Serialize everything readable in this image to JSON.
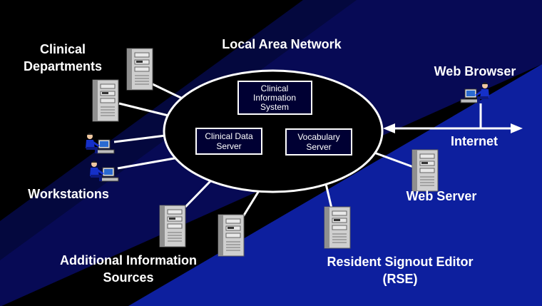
{
  "colors": {
    "bg_black": "#000000",
    "bg_navy": "#070a55",
    "bg_blue": "#0d1f9e",
    "line": "#ffffff",
    "text": "#ffffff",
    "box_fill": "#000033"
  },
  "title": "Local Area Network",
  "labels": {
    "clinical_departments": [
      "Clinical",
      "Departments"
    ],
    "workstations": "Workstations",
    "additional_sources": [
      "Additional Information",
      "Sources"
    ],
    "rse": [
      "Resident Signout Editor",
      "(RSE)"
    ],
    "web_server": "Web Server",
    "internet": "Internet",
    "web_browser": "Web Browser"
  },
  "boxes": {
    "cis": [
      "Clinical",
      "Information",
      "System"
    ],
    "cds": [
      "Clinical Data",
      "Server"
    ],
    "vocab": [
      "Vocabulary",
      "Server"
    ]
  },
  "icons": {
    "server": "server-tower-icon",
    "workstation": "person-at-computer-icon"
  }
}
